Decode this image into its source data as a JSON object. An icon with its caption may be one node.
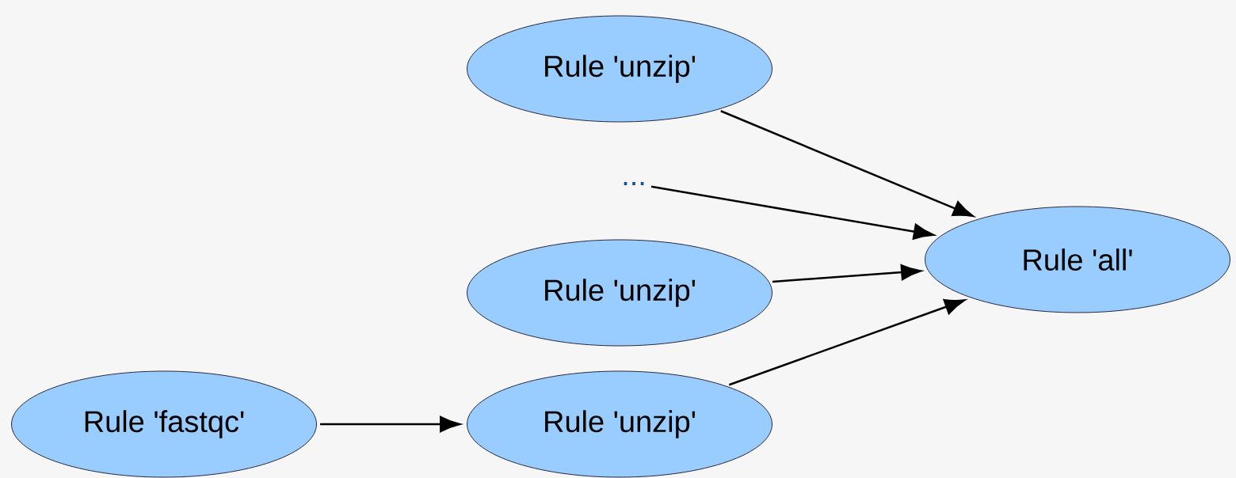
{
  "diagram": {
    "nodes": [
      {
        "text": [
          "Rule 'unzip'"
        ]
      },
      {
        "text": [
          "..."
        ]
      },
      {
        "text": [
          "Rule 'unzip'"
        ]
      },
      {
        "text": [
          "Rule 'fastqc'"
        ]
      },
      {
        "text": [
          "Rule 'unzip'"
        ]
      },
      {
        "text": [
          "Rule 'all'"
        ]
      }
    ],
    "edges": [
      {
        "from": 0,
        "to": 5,
        "arrow": "to"
      },
      {
        "from": 1,
        "to": 5,
        "arrow": "to"
      },
      {
        "from": 2,
        "to": 5,
        "arrow": "to"
      },
      {
        "from": 4,
        "to": 5,
        "arrow": "to"
      },
      {
        "from": 3,
        "to": 4,
        "arrow": "to"
      }
    ]
  }
}
